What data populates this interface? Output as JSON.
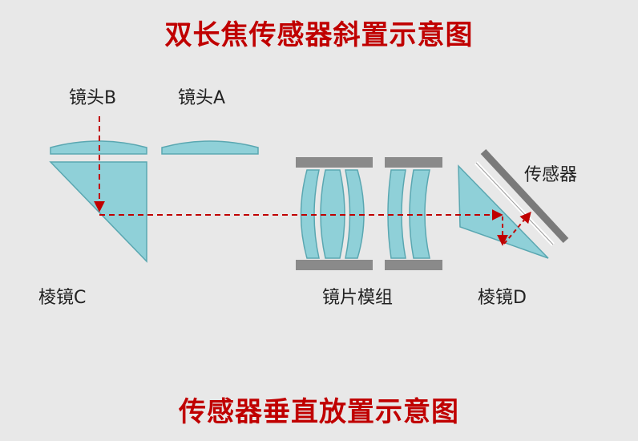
{
  "titles": {
    "top": "双长焦传感器斜置示意图",
    "bottom": "传感器垂直放置示意图"
  },
  "labels": {
    "lens_b": "镜头B",
    "lens_a": "镜头A",
    "prism_c": "棱镜C",
    "lens_module": "镜片模组",
    "prism_d": "棱镜D",
    "sensor": "传感器"
  },
  "colors": {
    "title": "#c00000",
    "optics_fill": "#8fd0d8",
    "optics_stroke": "#5aa7b1",
    "ray": "#c00000",
    "housing": "#8a8a8a",
    "sensor": "#7a7a7a",
    "background": "#e8e8e8"
  }
}
